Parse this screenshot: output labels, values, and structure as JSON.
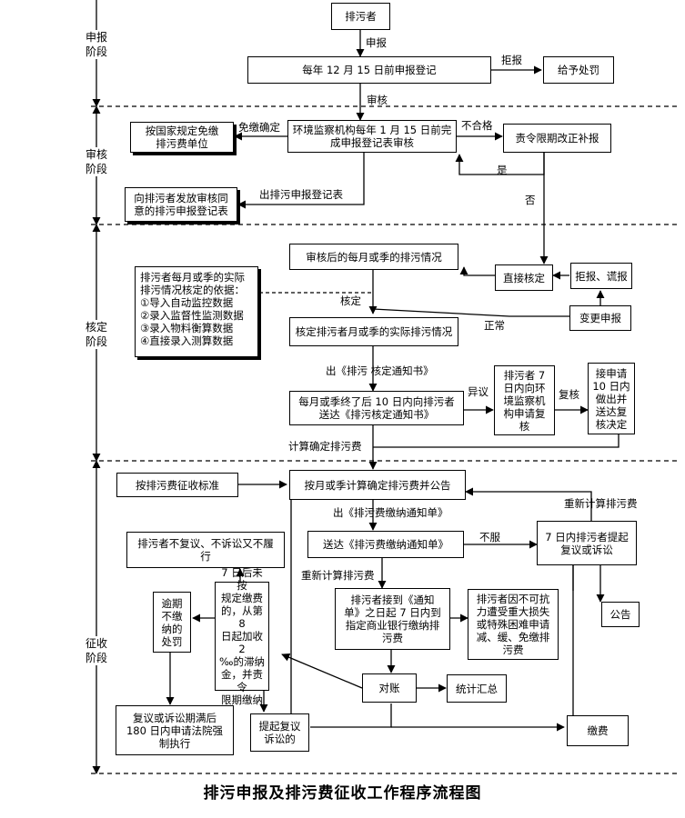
{
  "title": "排污申报及排污费征收工作程序流程图",
  "stages": {
    "s1": "申报\n阶段",
    "s2": "审核\n阶段",
    "s3": "核定\n阶段",
    "s4": "征收\n阶段"
  },
  "boxes": {
    "b_start": "排污者",
    "b_register": "每年 12 月 15 日前申报登记",
    "b_penalty": "给予处罚",
    "b_review": "环境监察机构每年 1 月 15 日前完\n成申报登记表审核",
    "b_exempt": "按国家规定免缴\n排污费单位",
    "b_correct": "责令限期改正补报",
    "b_issue": "向排污者发放审核同\n意的排污申报登记表",
    "b_monthly": "审核后的每月或季的排污情况",
    "b_direct": "直接核定",
    "b_refuse": "拒报、谎报",
    "b_basis": "排污者每月或季的实际\n排污情况核定的依据：\n①导入自动监控数据\n②录入监督性监测数据\n③录入物料衡算数据\n④直接录入测算数据",
    "b_change": "变更申报",
    "b_actual": "核定排污者月或季的实际排污情况",
    "b_send_notice": "每月或季终了后 10 日内向排污者\n送达《排污核定通知书》",
    "b_apply_review": "排污者 7\n日内向环\n境监察机\n构申请复\n核",
    "b_review_decision": "接申请\n10 日内\n做出并\n送达复\n核决定",
    "b_standard": "按排污费征收标准",
    "b_calc": "按月或季计算确定排污费并公告",
    "b_send_fee": "送达《排污费缴纳通知单》",
    "b_appeal": "7 日内排污者提起\n复议或诉讼",
    "b_no_appeal": "排污者不复议、不诉讼又不履\n行",
    "b_overdue": "逾期\n不缴\n纳的\n处罚",
    "b_late": "7 日后未按\n规定缴费\n的，从第 8\n日起加收 2\n‰的滞纳\n金，并责令\n限期缴纳",
    "b_pay_bank": "排污者接到《通知\n单》之日起 7 日内到\n指定商业银行缴纳排\n污费",
    "b_reduce": "排污者因不可抗\n力遭受重大损失\n或特殊困难申请\n减、缓、免缴排\n污费",
    "b_announce": "公告",
    "b_reconcile": "对账",
    "b_stats": "统计汇总",
    "b_court": "复议或诉讼期满后\n180 日内申请法院强\n制执行",
    "b_file_appeal": "提起复议\n诉讼的",
    "b_pay": "缴费"
  },
  "labels": {
    "l_shenbao": "申报",
    "l_jubao": "拒报",
    "l_shenhe": "审核",
    "l_mianjiao": "免缴确定",
    "l_buhege": "不合格",
    "l_shi": "是",
    "l_fou": "否",
    "l_chu_dengji": "出排污申报登记表",
    "l_heding": "核定",
    "l_zhengchang": "正常",
    "l_chu_heding": "出《排污  核定通知书》",
    "l_yiyi": "异议",
    "l_fuhe": "复核",
    "l_jisuan": "计算确定排污费",
    "l_chongxin1": "重新计算排污费",
    "l_chu_jiaona": "出《排污费缴纳通知单》",
    "l_bufu": "不服",
    "l_chongxin2": "重新计算排污费"
  }
}
